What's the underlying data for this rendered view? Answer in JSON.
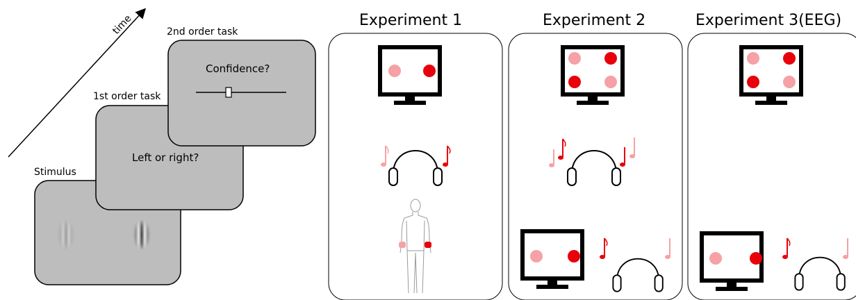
{
  "left": {
    "time_label": "time",
    "stimulus_label": "Stimulus",
    "first_order_label": "1st order task",
    "first_order_question": "Left or right?",
    "second_order_label": "2nd order task",
    "second_order_question": "Confidence?"
  },
  "experiments": [
    {
      "title": "Experiment 1"
    },
    {
      "title": "Experiment 2"
    },
    {
      "title": "Experiment 3(EEG)"
    }
  ],
  "colors": {
    "strong": "#e8000a",
    "faint": "#f6a1a5",
    "panel_gray": "#bdbdbd"
  },
  "icons": [
    "monitor-icon",
    "headphones-icon",
    "music-note-icon",
    "human-body-icon",
    "gabor-patch-icon",
    "slider-icon"
  ]
}
